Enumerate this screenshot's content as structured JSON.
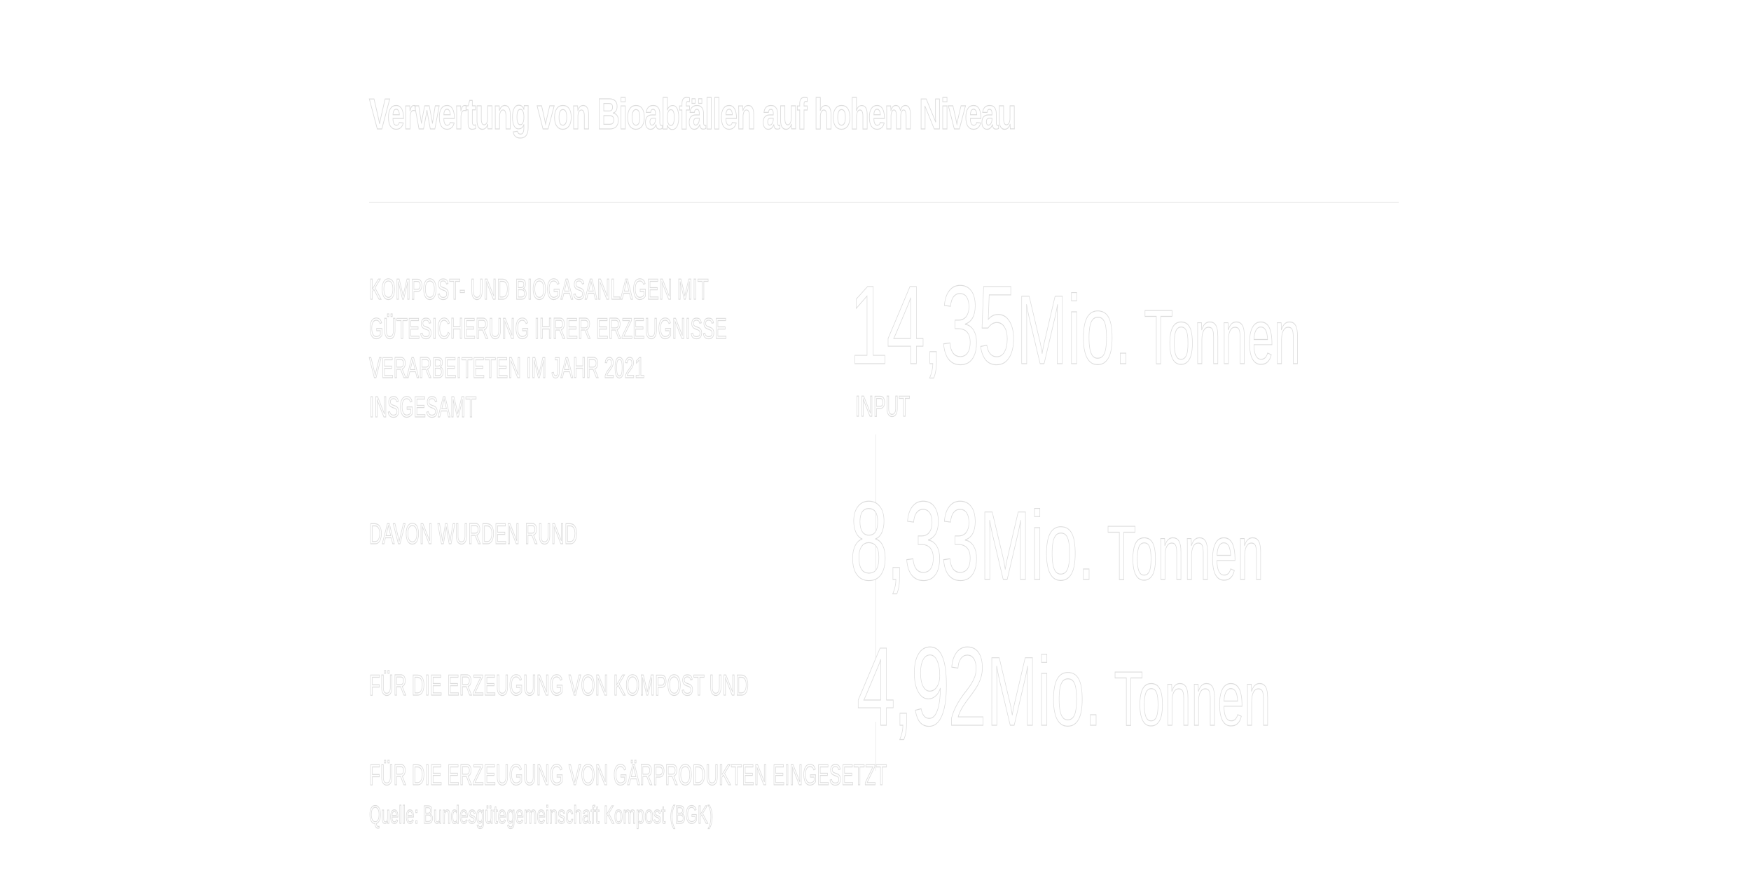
{
  "title": "Verwertung von Bioabfällen auf hohem Niveau",
  "rows": [
    {
      "label": "KOMPOST- UND BIOGASANLAGEN MIT GÜTESICHERUNG IHRER ERZEUGNISSE VERARBEITETEN IM JAHR 2021 INSGESAMT",
      "label_lines": [
        "KOMPOST- UND BIOGASANLAGEN MIT",
        "GÜTESICHERUNG IHRER ERZEUGNISSE",
        "VERARBEITETEN IM JAHR 2021",
        "INSGESAMT"
      ],
      "number": "14,35",
      "unit_big": "Mio.",
      "unit_small": "Tonnen",
      "sublabel": "INPUT"
    },
    {
      "label": "DAVON WURDEN RUND",
      "number": "8,33",
      "unit_big": "Mio.",
      "unit_small": "Tonnen"
    },
    {
      "label": "FÜR DIE ERZEUGUNG VON KOMPOST UND",
      "number": "4,92",
      "unit_big": "Mio.",
      "unit_small": "Tonnen"
    },
    {
      "label": "FÜR DIE ERZEUGUNG VON GÄRPRODUKTEN EINGESETZT"
    }
  ],
  "source": "Quelle: Bundesgütegemeinschaft Kompost (BGK)"
}
